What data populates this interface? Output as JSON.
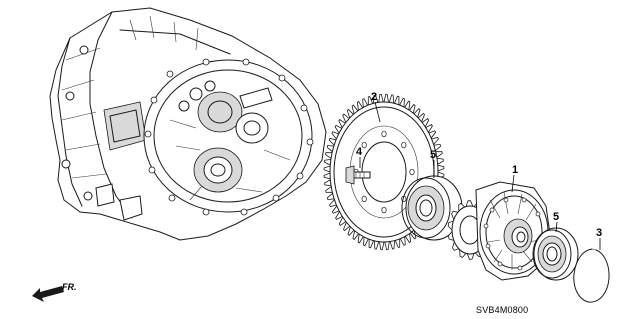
{
  "diagram": {
    "parts": [
      {
        "callout": "1",
        "label": "differential-assembly"
      },
      {
        "callout": "2",
        "label": "final-driven-gear"
      },
      {
        "callout": "3",
        "label": "snap-ring"
      },
      {
        "callout": "4",
        "label": "bolt"
      },
      {
        "callout": "5",
        "label": "bearing-left"
      },
      {
        "callout": "5",
        "label": "bearing-right"
      }
    ],
    "direction_marker": "FR.",
    "diagram_code": "SVB4M0800"
  }
}
